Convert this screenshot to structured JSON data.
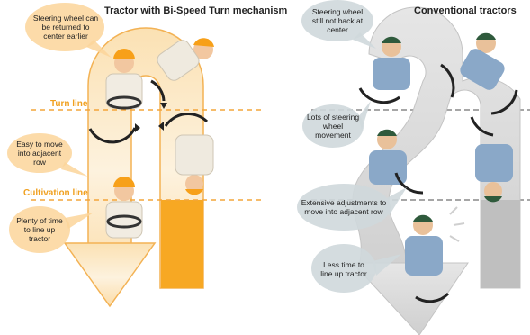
{
  "left_panel": {
    "title": "Tractor with Bi-Speed Turn mechanism",
    "turn_line_label": "Turn line",
    "cultivation_line_label": "Cultivation line",
    "callouts": {
      "top": "Steering wheel can be returned to center earlier",
      "middle": "Easy to move into adjacent row",
      "bottom": "Plenty of time to line up tractor"
    },
    "accent_color": "#f7a823",
    "bubble_color": "#fbd59a"
  },
  "right_panel": {
    "title": "Conventional tractors",
    "callouts": {
      "top": "Steering wheel still not back at center",
      "middle": "Lots of steering wheel movement",
      "lower": "Extensive adjustments to move into adjacent row",
      "bottom": "Less time to line up tractor"
    },
    "arrow_color": "#d9d9d9",
    "bubble_color": "#cfd8dc"
  }
}
